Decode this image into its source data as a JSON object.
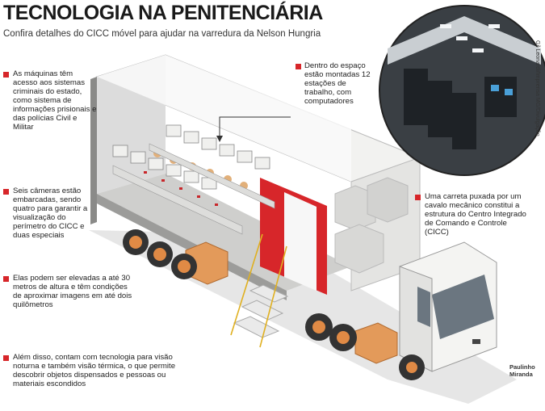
{
  "header": {
    "title": "TECNOLOGIA NA PENITENCIÁRIA",
    "subtitle": "Confira detalhes do CICC móvel para ajudar na varredura da Nelson Hungria"
  },
  "notes": {
    "systems": "As máquinas têm acesso aos sistemas criminais do estado, como sistema de informações prisionais e das polícias Civil e Militar",
    "cameras": "Seis câmeras estão embarcadas, sendo quatro para garantir a visualização do perímetro do CICC e duas especiais",
    "elevation": "Elas podem ser elevadas a até 30 metros de altura e têm condições de aproximar imagens em até dois quilômetros",
    "vision": "Além disso, contam com tecnologia para visão noturna e também visão térmica, o que permite descobrir objetos dispensados e pessoas ou materiais escondidos",
    "stations": "Dentro do espaço estão montadas 12 estações de trabalho, com computadores",
    "truck": "Uma carreta puxada por um cavalo mecânico constitui a estrutura do Centro Integrado de Comando e Controle (CICC)"
  },
  "credits": {
    "photo": "Gil Leonardi/Imprensa MG/Divulgação",
    "artist_line1": "Paulinho",
    "artist_line2": "Miranda"
  },
  "colors": {
    "accent": "#d7262a",
    "title": "#1a1a1a",
    "truck_body": "#f4f4f2",
    "truck_shadow": "#d2d2cf",
    "wheel_rim": "#e08a45"
  }
}
